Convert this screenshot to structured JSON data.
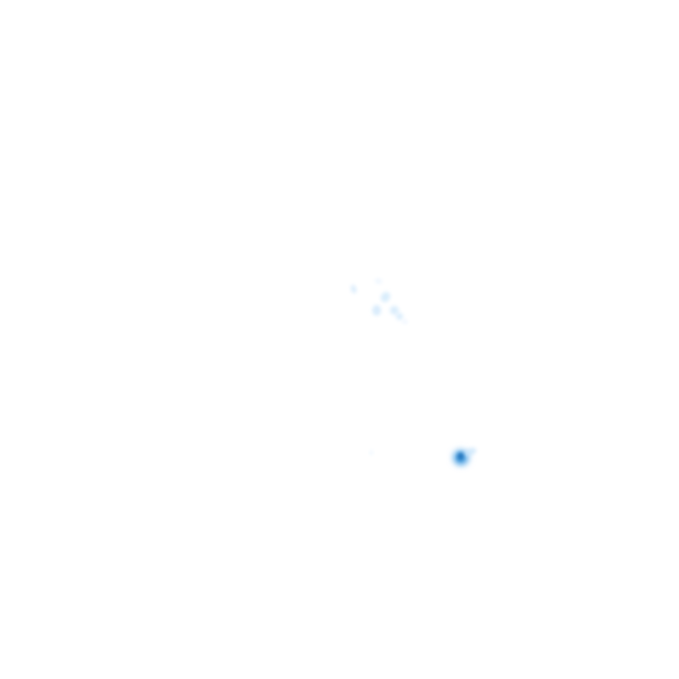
{
  "canvas": {
    "background": "#ffffff"
  },
  "palette": {
    "faint": "#e3f1fd",
    "light": "#c6e3fb",
    "mid": "#8ec8f4",
    "strong": "#3f9de0",
    "core": "#1a6fb8"
  },
  "blobs": [
    {
      "name": "upper-cluster-blob-a",
      "intensity": 0.18
    },
    {
      "name": "upper-cluster-blob-b",
      "intensity": 0.15
    },
    {
      "name": "upper-cluster-blob-c",
      "intensity": 0.22
    },
    {
      "name": "upper-cluster-blob-d",
      "intensity": 0.25
    },
    {
      "name": "upper-cluster-blob-e",
      "intensity": 0.2
    },
    {
      "name": "upper-cluster-blob-f",
      "intensity": 0.18
    },
    {
      "name": "upper-cluster-blob-g",
      "intensity": 0.15
    },
    {
      "name": "isolated-faint-spot",
      "intensity": 0.1
    },
    {
      "name": "hotspot-halo",
      "intensity": 0.45
    },
    {
      "name": "hotspot-tail",
      "intensity": 0.35
    },
    {
      "name": "hotspot-core",
      "intensity": 1.0
    }
  ]
}
